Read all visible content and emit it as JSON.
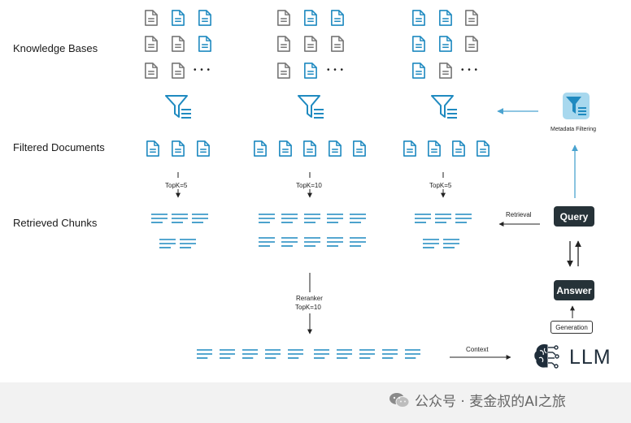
{
  "rows": {
    "knowledge_bases": "Knowledge Bases",
    "filtered_documents": "Filtered Documents",
    "retrieved_chunks": "Retrieved Chunks"
  },
  "labels": {
    "topk_left": "TopK=5",
    "topk_mid": "TopK=10",
    "topk_right": "TopK=5",
    "reranker": "Reranker",
    "reranker_topk": "TopK=10",
    "metadata_filtering": "Metadata Filtering",
    "retrieval": "Retrieval",
    "context": "Context",
    "generation": "Generation",
    "query": "Query",
    "answer": "Answer",
    "llm": "LLM",
    "ellipsis": "• • •"
  },
  "watermark": {
    "text": "公众号 · 麦金叔的AI之旅"
  },
  "colors": {
    "blue": "#1f8ac0",
    "gray": "#777777",
    "dark": "#263238",
    "arrow_blue": "#4aa3d0"
  },
  "icons": {
    "document": "document-icon",
    "filter": "filter-icon",
    "metadata_filter": "metadata-filter-icon",
    "chunk": "text-chunk-icon",
    "brain": "brain-circuit-icon",
    "wechat": "wechat-icon"
  }
}
